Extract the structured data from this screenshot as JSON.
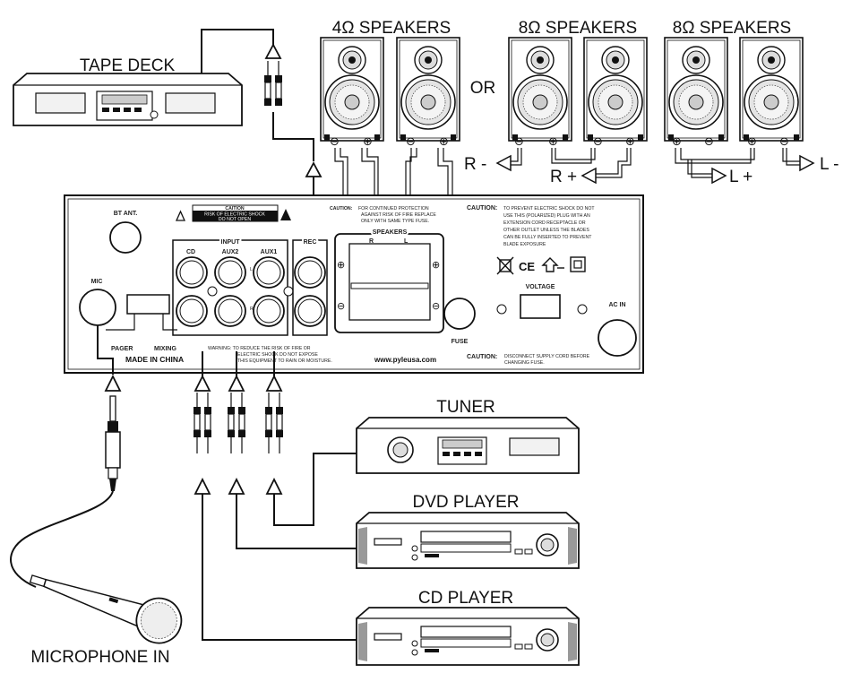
{
  "labels": {
    "tape_deck": "TAPE DECK",
    "speakers_4ohm": "4Ω SPEAKERS",
    "or": "OR",
    "speakers_8ohm_a": "8Ω SPEAKERS",
    "speakers_8ohm_b": "8Ω SPEAKERS",
    "r_minus": "R -",
    "r_plus": "R +",
    "l_plus": "L +",
    "l_minus": "L -",
    "tuner": "TUNER",
    "dvd_player": "DVD PLAYER",
    "cd_player": "CD PLAYER",
    "microphone_in": "MICROPHONE IN"
  },
  "panel": {
    "bt_ant": "BT ANT.",
    "caution_title": "CAITION",
    "caution_line1": "RISK OF ELECTRIC SHOCK",
    "caution_line2": "DO NOT OPEN",
    "mic": "MIC",
    "pager": "PAGER",
    "mixing": "MIXING",
    "made_in_china": "MADE IN CHINA",
    "input": "INPUT",
    "cd": "CD",
    "aux2": "AUX2",
    "aux1": "AUX1",
    "rec": "REC",
    "l_mark": "L",
    "r_mark": "R",
    "speakers": "SPEAKERS",
    "spk_r": "R",
    "spk_l": "L",
    "caution_fuse_head": "CAUTION:",
    "caution_fuse_1": "FOR CONTINUED PROTECTION",
    "caution_fuse_2": "AGAINST RISK OF FIRE REPLACE",
    "caution_fuse_3": "ONLY WITH SAME TYPE FUSE.",
    "caution_plug_head": "CAUTION:",
    "caution_plug_1": "TO PREVENT ELECTRIC SHOCK DO NOT",
    "caution_plug_2": "USE THIS (POLARIZED) PLUG WITH AN",
    "caution_plug_3": "EXTENSION CORD RECEPTACLE OR",
    "caution_plug_4": "OTHER OUTLET UNLESS THE BLADES",
    "caution_plug_5": "CAN BE FULLY INSERTED TO PREVENT",
    "caution_plug_6": "BLADE EXPOSURE",
    "voltage": "VOLTAGE",
    "ac_in": "AC IN",
    "fuse": "FUSE",
    "warning_1": "WARNING: TO REDUCE THE RISK OF FIRE OR",
    "warning_2": "ELECTRIC SHOCK DO NOT EXPOSE",
    "warning_3": "THIS EQUIPMENT TO RAIN OR MOISTURE.",
    "website": "www.pyleusa.com",
    "caution_supply_head": "CAUTION:",
    "caution_supply_1": "DISCONNECT SUPPLY CORD BEFORE",
    "caution_supply_2": "CHANGING FUSE.",
    "cert_marks": "CE"
  },
  "terminals": {
    "minus": "⊖",
    "plus": "⊕"
  }
}
